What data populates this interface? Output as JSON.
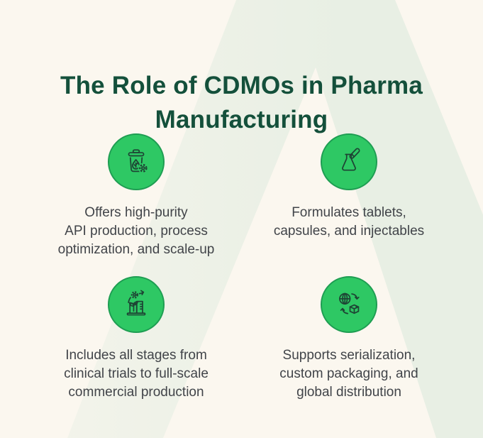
{
  "title": {
    "lines": [
      "The Role of CDMOs in Pharma",
      "Manufacturing"
    ]
  },
  "items": [
    {
      "icon": "bin-leaf-gear-icon",
      "lines": [
        "Offers high-purity",
        "API production, process",
        "optimization, and scale-up"
      ]
    },
    {
      "icon": "flask-test-tube-icon",
      "lines": [
        "Formulates tablets,",
        "capsules, and injectables"
      ]
    },
    {
      "icon": "factory-plant-growth-icon",
      "lines": [
        "Includes all stages from",
        "clinical trials to full-scale",
        "commercial production"
      ]
    },
    {
      "icon": "globe-package-cycle-icon",
      "lines": [
        "Supports serialization,",
        "custom packaging, and",
        "global distribution"
      ]
    }
  ],
  "colors": {
    "background": "#FBF7EF",
    "watermark": "#E8EFE4",
    "circle_fill": "#2EC864",
    "circle_ring": "#1E9D52",
    "icon_stroke": "#1E4434",
    "title_text": "#14503B",
    "body_text": "#414449"
  }
}
